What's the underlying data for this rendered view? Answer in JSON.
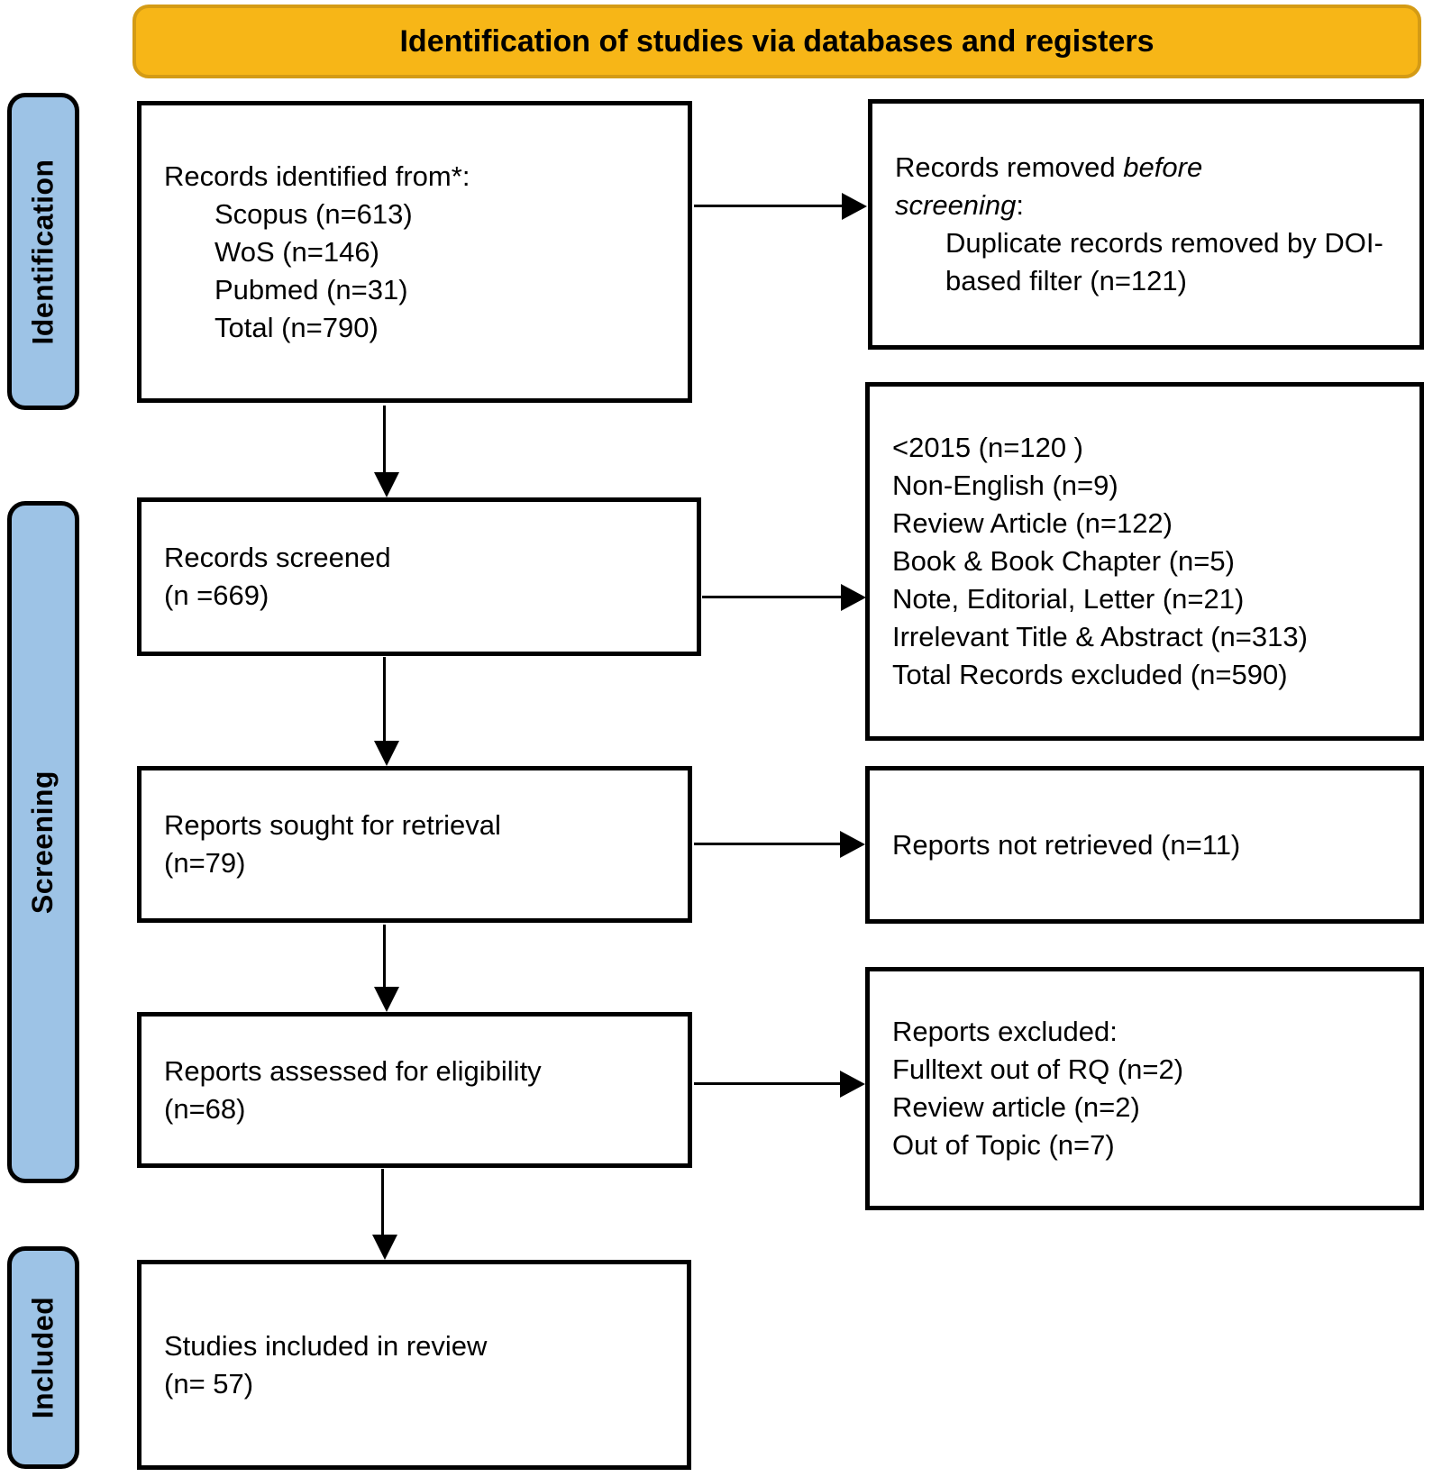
{
  "header": {
    "title": "Identification of studies via databases and registers"
  },
  "stage_labels": {
    "identification": "Identification",
    "screening": "Screening",
    "included": "Included"
  },
  "boxes": {
    "records_identified": {
      "title": "Records identified from*:",
      "items": [
        "Scopus (n=613)",
        "WoS (n=146)",
        "Pubmed (n=31)",
        "Total (n=790)"
      ]
    },
    "records_removed": {
      "title_prefix": "Records removed ",
      "title_italic": "before screening",
      "title_suffix": ":",
      "items": [
        "Duplicate records removed by DOI-based filter (n=121)"
      ]
    },
    "records_screened": {
      "line1": "Records screened",
      "line2": "(n =669)"
    },
    "records_excluded": {
      "items": [
        "<2015 (n=120 )",
        "Non-English (n=9)",
        "Review Article (n=122)",
        "Book & Book Chapter (n=5)",
        "Note, Editorial, Letter (n=21)",
        "Irrelevant Title & Abstract (n=313)",
        "Total Records excluded (n=590)"
      ]
    },
    "reports_sought": {
      "line1": "Reports sought for retrieval",
      "line2": "(n=79)"
    },
    "reports_not_retrieved": {
      "line1": "Reports not retrieved (n=11)"
    },
    "reports_assessed": {
      "line1": "Reports assessed for eligibility",
      "line2": "(n=68)"
    },
    "reports_excluded": {
      "title": "Reports excluded:",
      "items": [
        "Fulltext out of RQ (n=2)",
        "Review article (n=2)",
        "Out of Topic (n=7)"
      ]
    },
    "studies_included": {
      "line1": "Studies included in review",
      "line2": "(n= 57)"
    }
  },
  "colors": {
    "header_fill": "#F7B617",
    "header_border": "#D49B15",
    "stage_fill": "#9DC3E6",
    "box_border": "#000000"
  }
}
